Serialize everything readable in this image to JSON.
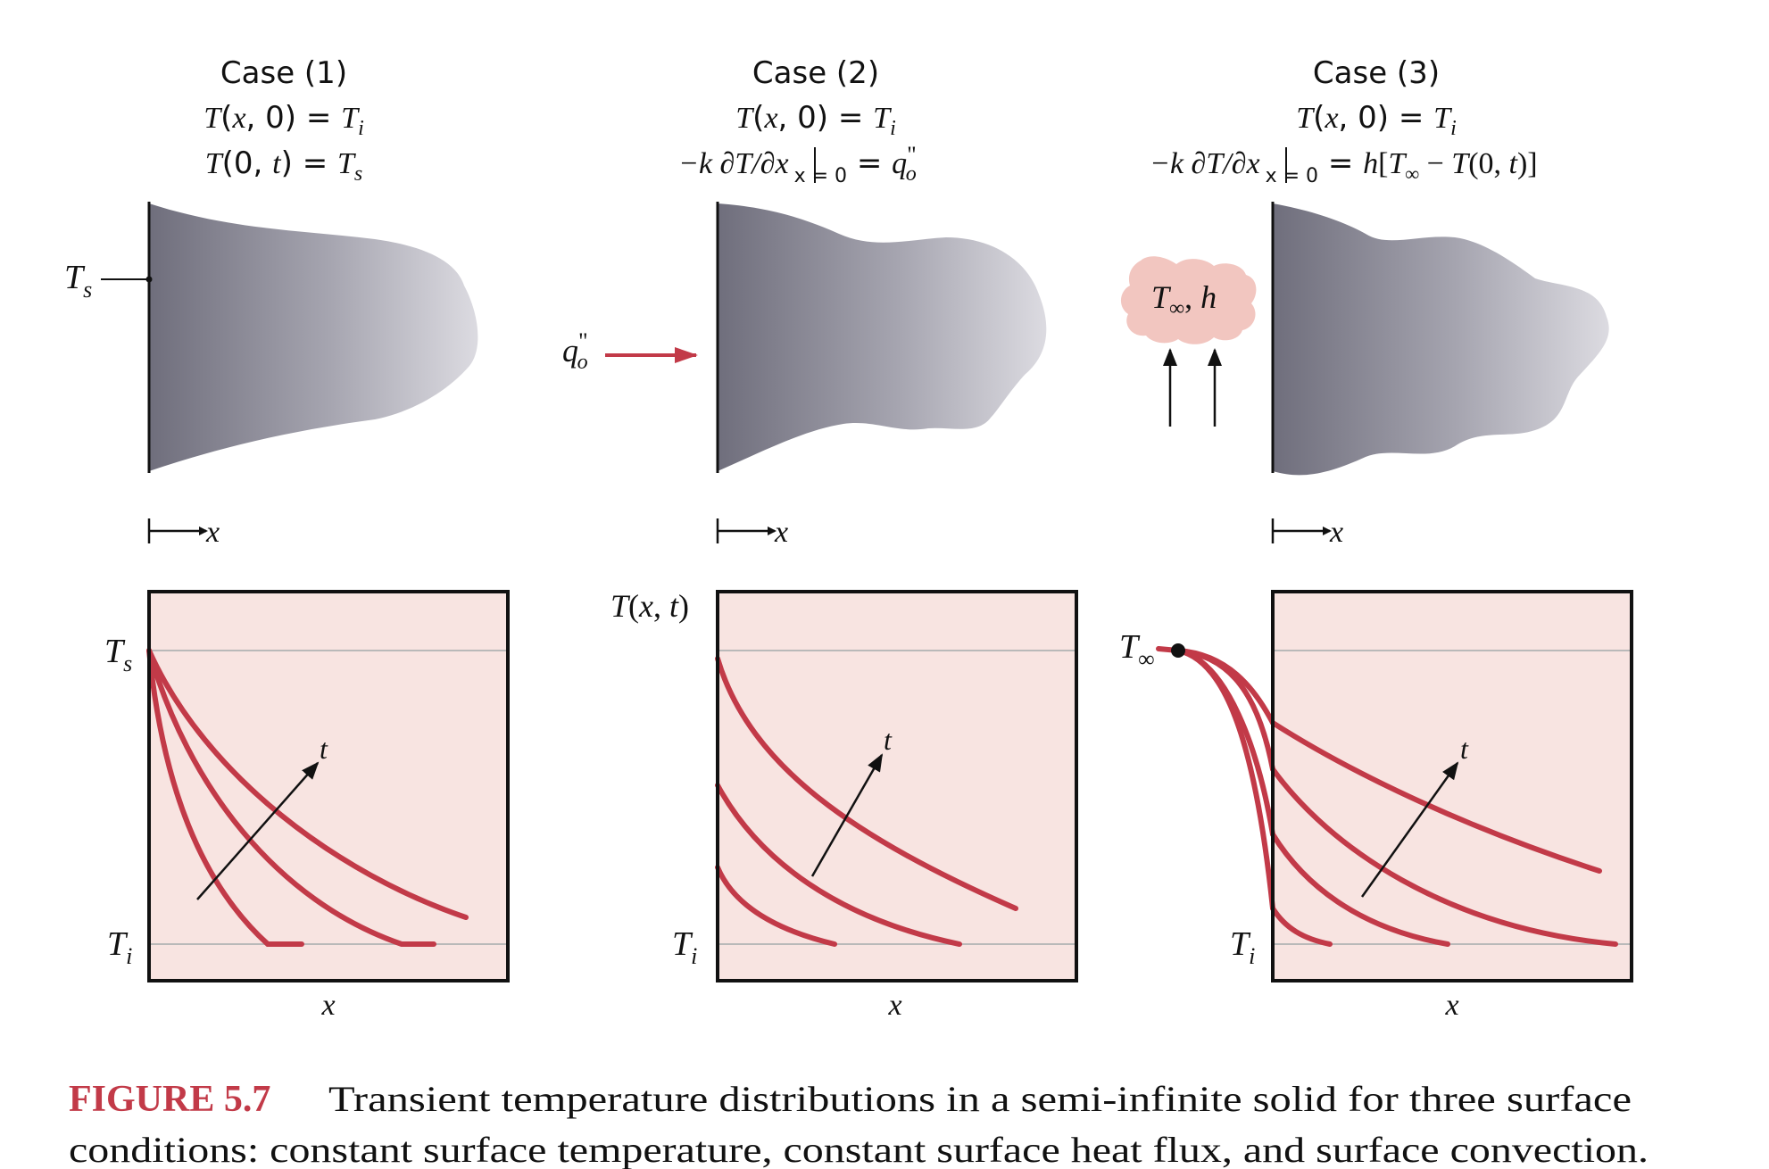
{
  "colors": {
    "curve": "#c23a48",
    "plot_bg": "#f8e4e1",
    "grid": "#b9b9b9",
    "solid_dark": "#6f6e7c",
    "solid_light": "#dcdbe1",
    "cloud": "#f2c6c0",
    "caption_label": "#c23a48"
  },
  "cases": [
    {
      "title": "Case (1)",
      "cond1": {
        "a": "T",
        "b": "(",
        "c": "x",
        "d": ", 0) = ",
        "e": "T",
        "f": "i"
      },
      "cond2": {
        "a": "T",
        "b": "(0, ",
        "c": "t",
        "d": ") = ",
        "e": "T",
        "f": "s"
      },
      "surface_label": {
        "main": "T",
        "sub": "s"
      },
      "x_arrow_label": "x",
      "y_top": {
        "main": "T",
        "sub": "s"
      },
      "y_bottom": {
        "main": "T",
        "sub": "i"
      },
      "x_axis": "x",
      "time_label": "t"
    },
    {
      "title": "Case (2)",
      "cond1": {
        "a": "T",
        "b": "(",
        "c": "x",
        "d": ", 0) = ",
        "e": "T",
        "f": "i"
      },
      "cond2": {
        "a": "−k ∂T/∂x",
        "sub": "x = 0",
        "b": " = ",
        "c": "q",
        "d": "\"",
        "e": "o"
      },
      "flux_label": {
        "main": "q",
        "prime": "\"",
        "sub": "o"
      },
      "x_arrow_label": "x",
      "y_axis_title": {
        "a": "T",
        "b": "(",
        "c": "x",
        "d": ", ",
        "e": "t",
        "f": ")"
      },
      "y_bottom": {
        "main": "T",
        "sub": "i"
      },
      "x_axis": "x",
      "time_label": "t"
    },
    {
      "title": "Case (3)",
      "cond1": {
        "a": "T",
        "b": "(",
        "c": "x",
        "d": ", 0) = ",
        "e": "T",
        "f": "i"
      },
      "cond2": {
        "a": "−k ∂T/∂x",
        "sub": "x = 0",
        "b": " = ",
        "c": "h",
        "d": "[",
        "e": "T",
        "f": "∞",
        "g": " − ",
        "h": "T",
        "i": "(0, ",
        "j": "t",
        "k": ")]"
      },
      "fluid_label": {
        "a": "T",
        "sub": "∞",
        "b": ", ",
        "c": "h"
      },
      "x_arrow_label": "x",
      "y_top": {
        "main": "T",
        "sub": "∞"
      },
      "y_bottom": {
        "main": "T",
        "sub": "i"
      },
      "x_axis": "x",
      "time_label": "t"
    }
  ],
  "caption": {
    "label": "FIGURE 5.7",
    "line1": "Transient temperature distributions in a semi-infinite solid for three surface",
    "line2": "conditions: constant surface temperature, constant surface heat flux, and surface convection."
  }
}
